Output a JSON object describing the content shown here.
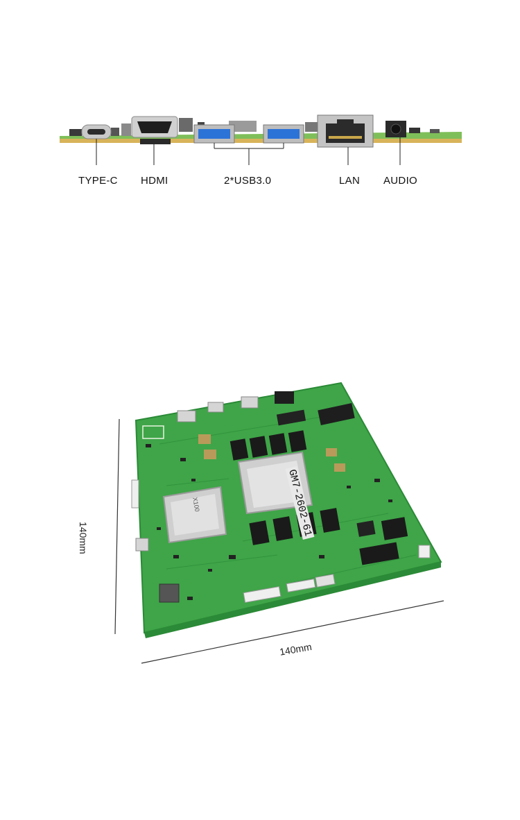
{
  "ports": {
    "type_c": "TYPE-C",
    "hdmi": "HDMI",
    "usb": "2*USB3.0",
    "lan": "LAN",
    "audio": "AUDIO"
  },
  "board": {
    "chip_marking": "GM7-2602-61",
    "soc_marking": "X100"
  },
  "dimensions": {
    "height": "140mm",
    "width": "140mm"
  },
  "colors": {
    "pcb": "#3fa548",
    "pcb_dark": "#2b8a37",
    "usb_blue": "#2c73d8",
    "silver": "#cfcfcf"
  }
}
